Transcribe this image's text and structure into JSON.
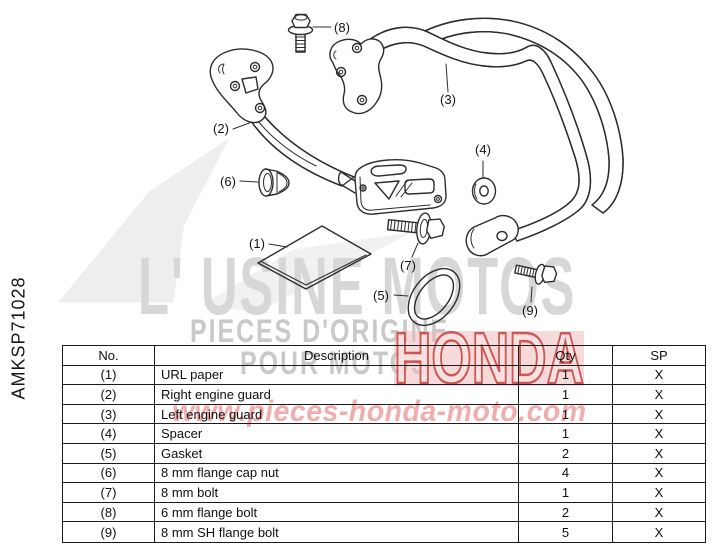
{
  "side_code": "AMKSP71028",
  "diagram": {
    "callouts": [
      {
        "label": "(1)"
      },
      {
        "label": "(2)"
      },
      {
        "label": "(3)"
      },
      {
        "label": "(4)"
      },
      {
        "label": "(5)"
      },
      {
        "label": "(6)"
      },
      {
        "label": "(7)"
      },
      {
        "label": "(8)"
      },
      {
        "label": "(9)"
      }
    ]
  },
  "watermark": {
    "title": "L' USINE MOTOS",
    "subtitle1": "PIECES D'ORIGINE",
    "subtitle2": "POUR MOTOS",
    "brand": "HONDA",
    "url": "www.pieces-honda-moto.com",
    "gray": "#d7d7d7",
    "brand_red": "#c94040",
    "pink": "#e87a7a"
  },
  "table": {
    "headers": [
      "No.",
      "Description",
      "Qty",
      "SP"
    ],
    "rows": [
      {
        "no": "(1)",
        "description": "URL paper",
        "qty": "1",
        "sp": "X"
      },
      {
        "no": "(2)",
        "description": "Right engine guard",
        "qty": "1",
        "sp": "X"
      },
      {
        "no": "(3)",
        "description": "Left engine guard",
        "qty": "1",
        "sp": "X"
      },
      {
        "no": "(4)",
        "description": "Spacer",
        "qty": "1",
        "sp": "X"
      },
      {
        "no": "(5)",
        "description": "Gasket",
        "qty": "2",
        "sp": "X"
      },
      {
        "no": "(6)",
        "description": "8 mm flange cap nut",
        "qty": "4",
        "sp": "X"
      },
      {
        "no": "(7)",
        "description": "8 mm bolt",
        "qty": "1",
        "sp": "X"
      },
      {
        "no": "(8)",
        "description": "6 mm flange bolt",
        "qty": "2",
        "sp": "X"
      },
      {
        "no": "(9)",
        "description": "8 mm SH flange bolt",
        "qty": "5",
        "sp": "X"
      }
    ]
  }
}
